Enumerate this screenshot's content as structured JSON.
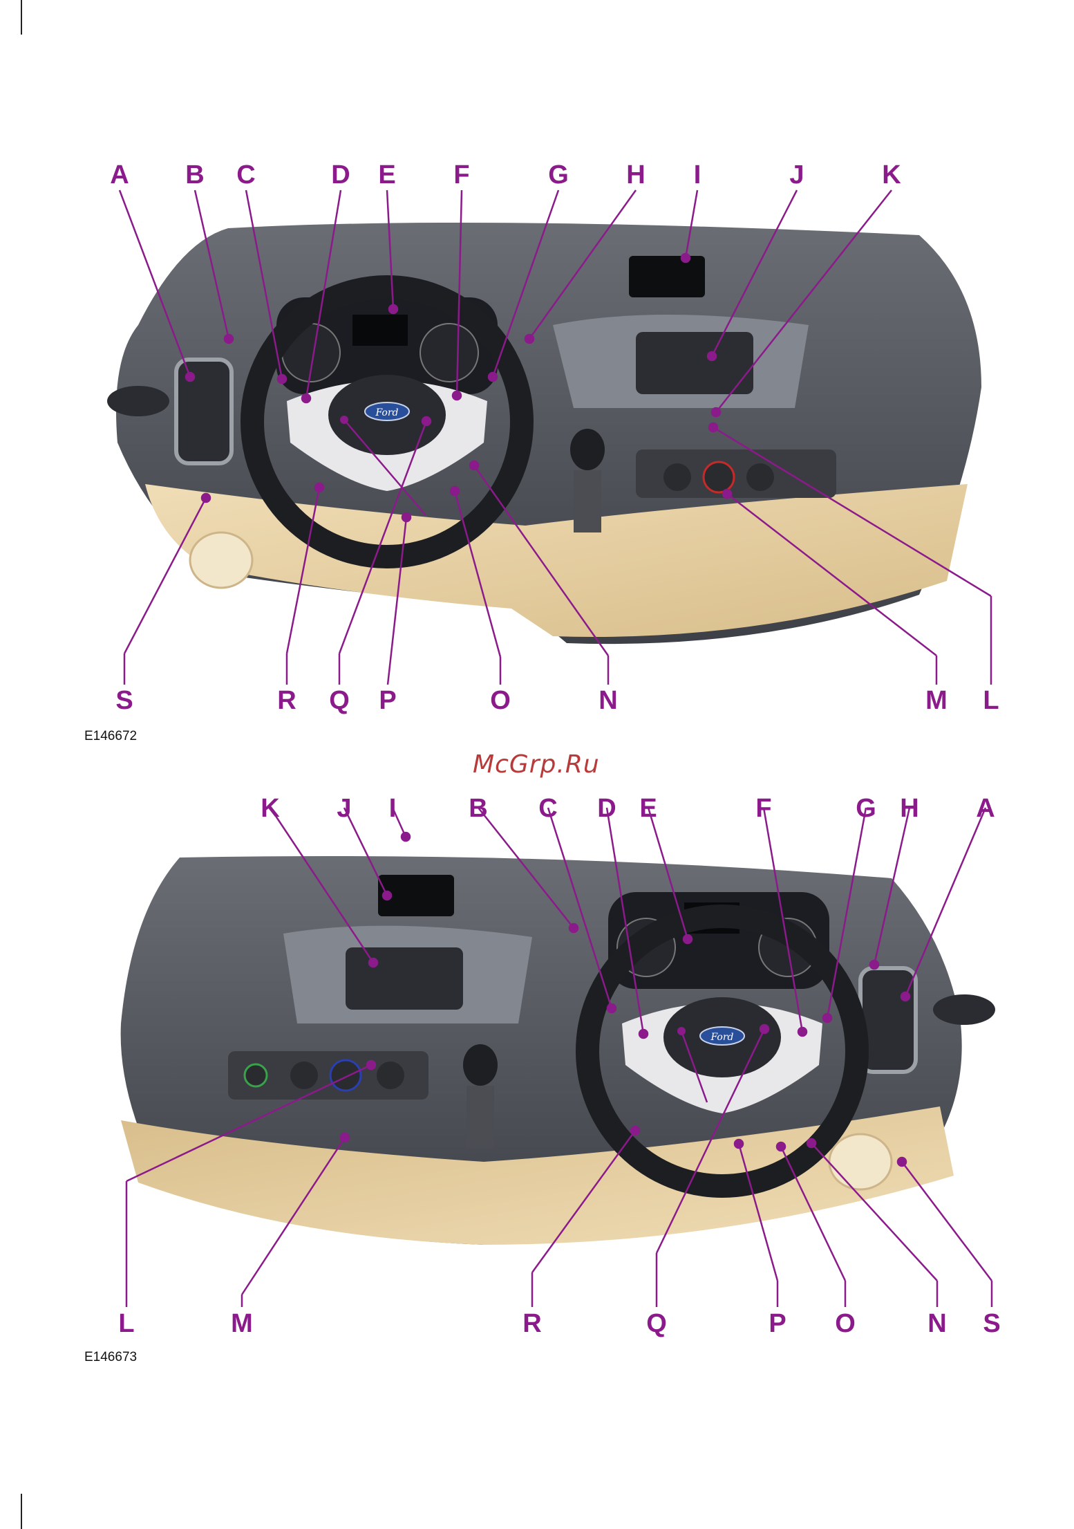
{
  "watermark": "McGrp.Ru",
  "figures": [
    {
      "figure_id": "E146672",
      "labels": [
        "A",
        "B",
        "C",
        "D",
        "E",
        "F",
        "G",
        "H",
        "I",
        "J",
        "K",
        "L",
        "M",
        "N",
        "O",
        "P",
        "Q",
        "R",
        "S"
      ]
    },
    {
      "figure_id": "E146673",
      "labels": [
        "A",
        "B",
        "C",
        "D",
        "E",
        "F",
        "G",
        "H",
        "I",
        "J",
        "K",
        "L",
        "M",
        "N",
        "O",
        "P",
        "Q",
        "R",
        "S"
      ]
    }
  ],
  "brand_badge": "Ford",
  "colors": {
    "callout": "#8b1a8b",
    "dashboard": "#55585f",
    "lower_trim": "#e6d1a6"
  }
}
